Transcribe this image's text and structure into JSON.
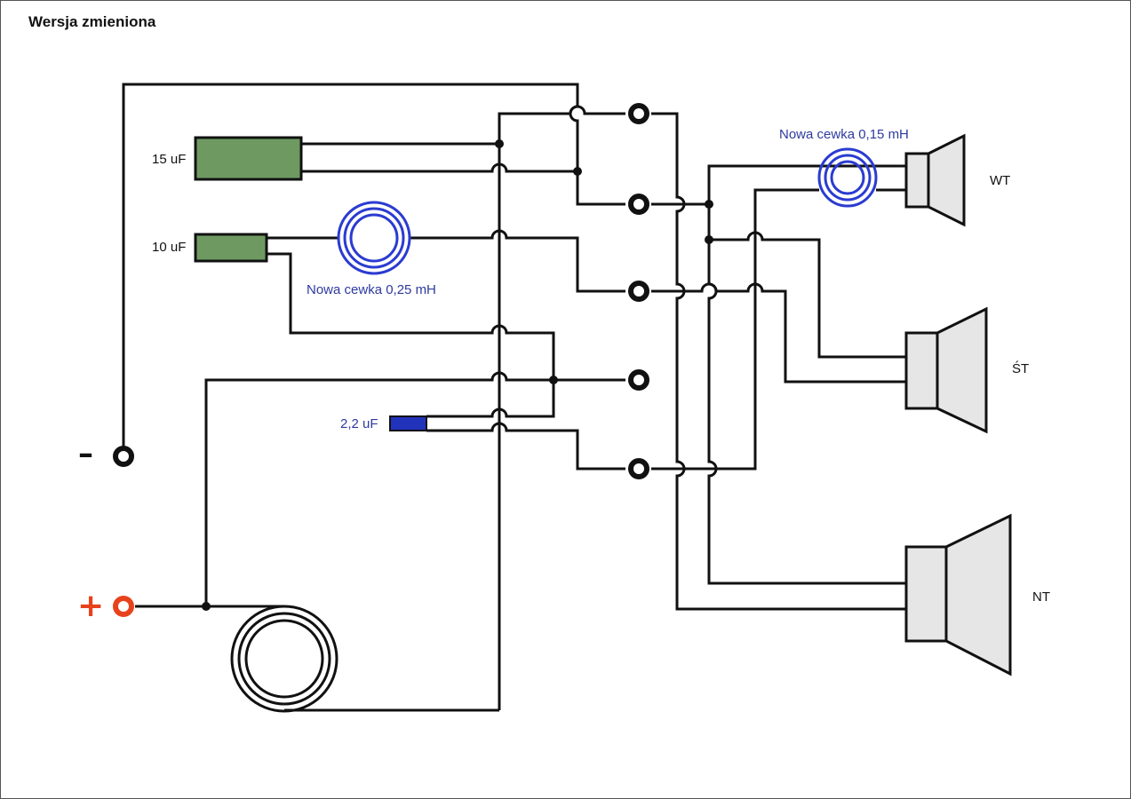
{
  "title": "Wersja zmieniona",
  "components": {
    "cap_15": "15 uF",
    "cap_10": "10 uF",
    "cap_2_2": "2,2 uF",
    "coil_025": "Nowa cewka 0,25 mH",
    "coil_015": "Nowa cewka 0,15 mH"
  },
  "speakers": {
    "tweeter": "WT",
    "midrange": "ŚT",
    "woofer": "NT"
  },
  "terminals": {
    "minus": "–",
    "plus": "+"
  },
  "colors": {
    "wire": "#111111",
    "capacitor_green": "#6e9a62",
    "capacitor_blue": "#2233bb",
    "new_coil": "#2b3bd1",
    "plus_terminal": "#e8421c",
    "speaker_fill": "#e6e6e6",
    "label_blue": "#2e3a9e"
  }
}
